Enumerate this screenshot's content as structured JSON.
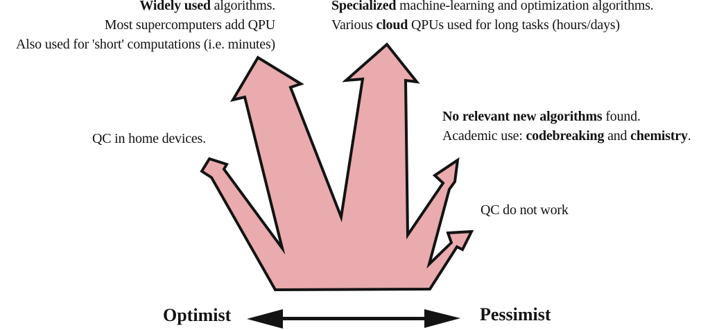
{
  "figure": {
    "name": "quantum-computing-future-scenarios",
    "fill": "#e9abad",
    "stroke": "#131313"
  },
  "annotations": {
    "top_left": {
      "lines": [
        [
          {
            "t": "Widely used",
            "b": true
          },
          {
            "t": " algorithms.",
            "b": false
          }
        ],
        [
          {
            "t": "Most supercomputers add QPU",
            "b": false
          }
        ],
        [
          {
            "t": "Also used for 'short' computations (i.e. minutes)",
            "b": false
          }
        ]
      ]
    },
    "top_right": {
      "lines": [
        [
          {
            "t": "Specialized",
            "b": true
          },
          {
            "t": " machine-learning and optimization algorithms.",
            "b": false
          }
        ],
        [
          {
            "t": "Various ",
            "b": false
          },
          {
            "t": "cloud",
            "b": true
          },
          {
            "t": " QPUs used for long tasks (hours/days)",
            "b": false
          }
        ]
      ]
    },
    "left_mid": {
      "lines": [
        [
          {
            "t": "QC in home devices.",
            "b": false
          }
        ]
      ]
    },
    "right_mid": {
      "lines": [
        [
          {
            "t": "No relevant new algorithms",
            "b": true
          },
          {
            "t": " found.",
            "b": false
          }
        ],
        [
          {
            "t": "Academic use: ",
            "b": false
          },
          {
            "t": "codebreaking",
            "b": true
          },
          {
            "t": " and ",
            "b": false
          },
          {
            "t": "chemistry",
            "b": true
          },
          {
            "t": ".",
            "b": false
          }
        ]
      ]
    },
    "right_low": {
      "lines": [
        [
          {
            "t": "QC do not work",
            "b": false
          }
        ]
      ]
    }
  },
  "axis": {
    "left_label": "Optimist",
    "right_label": "Pessimist"
  }
}
